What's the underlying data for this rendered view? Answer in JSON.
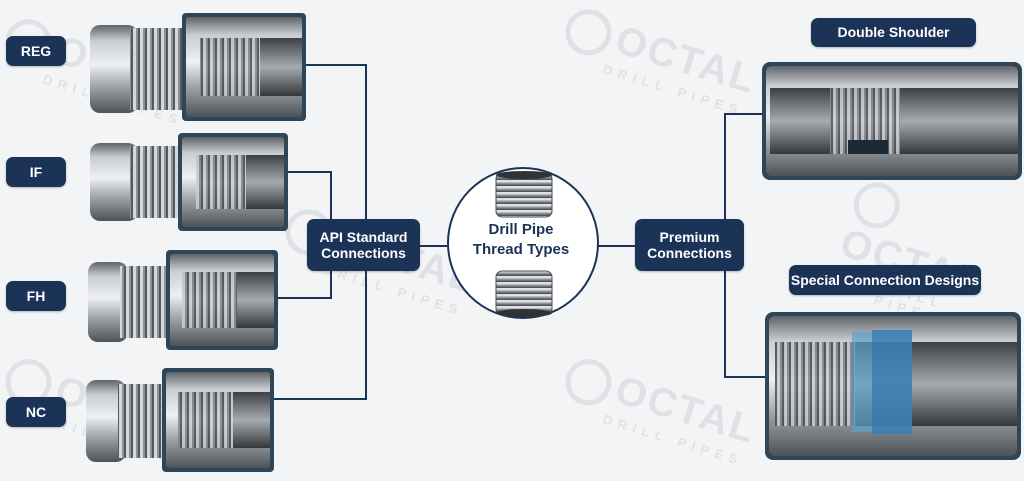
{
  "center": {
    "line1": "Drill Pipe",
    "line2": "Thread Types"
  },
  "api": {
    "line1": "API Standard",
    "line2": "Connections"
  },
  "premium": {
    "line1": "Premium",
    "line2": "Connections"
  },
  "api_types": [
    "REG",
    "IF",
    "FH",
    "NC"
  ],
  "premium_types": [
    "Double Shoulder",
    "Special Connection Designs"
  ],
  "watermark": {
    "brand": "OCTAL",
    "sub": "DRILL PIPES"
  },
  "colors": {
    "navy": "#1c3358",
    "steel": "#9aa0a6",
    "blue_seal": "#3b7fb3"
  }
}
